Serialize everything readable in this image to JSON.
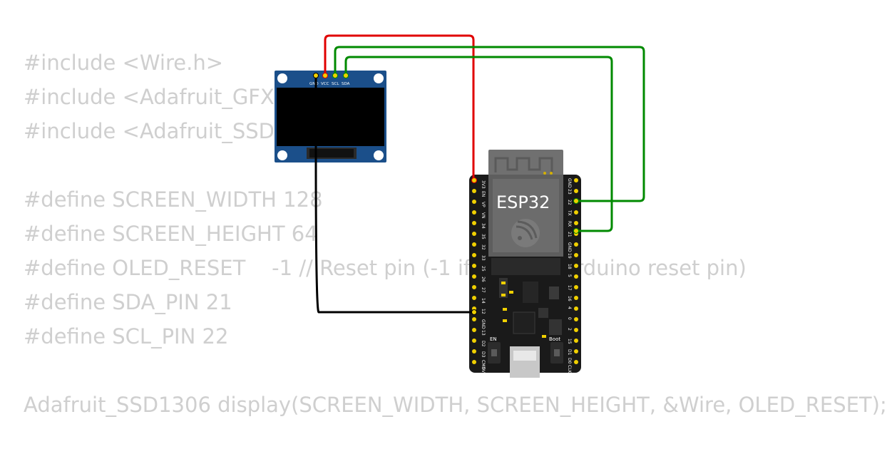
{
  "code": {
    "lines": [
      "#include <Wire.h>",
      "#include <Adafruit_GFX.h>",
      "#include <Adafruit_SSD1306.h>",
      "",
      "#define SCREEN_WIDTH 128",
      "#define SCREEN_HEIGHT 64",
      "#define OLED_RESET    -1 // Reset pin (-1 if sharing Arduino reset pin)",
      "#define SDA_PIN 21",
      "#define SCL_PIN 22",
      "",
      "Adafruit_SSD1306 display(SCREEN_WIDTH, SCREEN_HEIGHT, &Wire, OLED_RESET);"
    ]
  },
  "oled": {
    "pins": [
      "GND",
      "VCC",
      "SCL",
      "SDA"
    ]
  },
  "esp32": {
    "label": "ESP32",
    "left_pins": [
      "3V3",
      "EN",
      "VP",
      "VN",
      "34",
      "35",
      "32",
      "33",
      "25",
      "26",
      "27",
      "14",
      "12",
      "GND",
      "13",
      "D2",
      "D3",
      "CMD",
      "5V"
    ],
    "right_pins": [
      "GND",
      "23",
      "22",
      "TX",
      "RX",
      "21",
      "GND",
      "19",
      "18",
      "5",
      "17",
      "16",
      "4",
      "0",
      "2",
      "15",
      "D1",
      "D0",
      "CLK"
    ],
    "en_label": "EN",
    "boot_label": "Boot"
  },
  "colors": {
    "wire_power": "#e00000",
    "wire_signal": "#008a00",
    "wire_ground": "#000000",
    "oled_pcb": "#1b4f8a",
    "esp_board": "#1a1a1a"
  }
}
